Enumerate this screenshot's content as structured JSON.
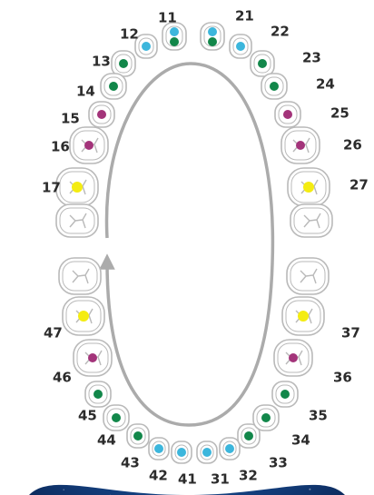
{
  "colors": {
    "space_dark": "#0c2a5c",
    "space_mid": "#1d5aa8",
    "space_light": "#3f86c9",
    "tooth_outline": "#b9b9b9",
    "arrow": "#ababab",
    "cyan_dot": "#3cb6dc",
    "green_dot": "#12874a",
    "magenta_dot": "#a3347a",
    "yellow_dot": "#f4ec12"
  },
  "teeth": [
    {
      "id": "11",
      "label": "11",
      "dots": [
        "cyan",
        "green"
      ]
    },
    {
      "id": "12",
      "label": "12",
      "dots": [
        "cyan"
      ]
    },
    {
      "id": "13",
      "label": "13",
      "dots": [
        "green"
      ]
    },
    {
      "id": "14",
      "label": "14",
      "dots": [
        "green"
      ]
    },
    {
      "id": "15",
      "label": "15",
      "dots": [
        "magenta"
      ]
    },
    {
      "id": "16",
      "label": "16",
      "dots": [
        "magenta"
      ]
    },
    {
      "id": "17",
      "label": "17",
      "dots": [
        "yellow"
      ]
    },
    {
      "id": "18",
      "label": "",
      "dots": []
    },
    {
      "id": "21",
      "label": "21",
      "dots": [
        "cyan",
        "green"
      ]
    },
    {
      "id": "22",
      "label": "22",
      "dots": [
        "cyan"
      ]
    },
    {
      "id": "23",
      "label": "23",
      "dots": [
        "green"
      ]
    },
    {
      "id": "24",
      "label": "24",
      "dots": [
        "green"
      ]
    },
    {
      "id": "25",
      "label": "25",
      "dots": [
        "magenta"
      ]
    },
    {
      "id": "26",
      "label": "26",
      "dots": [
        "magenta"
      ]
    },
    {
      "id": "27",
      "label": "27",
      "dots": [
        "yellow"
      ]
    },
    {
      "id": "28",
      "label": "",
      "dots": []
    },
    {
      "id": "31",
      "label": "31",
      "dots": [
        "cyan"
      ]
    },
    {
      "id": "32",
      "label": "32",
      "dots": [
        "cyan"
      ]
    },
    {
      "id": "33",
      "label": "33",
      "dots": [
        "green"
      ]
    },
    {
      "id": "34",
      "label": "34",
      "dots": [
        "green"
      ]
    },
    {
      "id": "35",
      "label": "35",
      "dots": [
        "green"
      ]
    },
    {
      "id": "36",
      "label": "36",
      "dots": [
        "magenta"
      ]
    },
    {
      "id": "37",
      "label": "37",
      "dots": [
        "yellow"
      ]
    },
    {
      "id": "38",
      "label": "",
      "dots": []
    },
    {
      "id": "41",
      "label": "41",
      "dots": [
        "cyan"
      ]
    },
    {
      "id": "42",
      "label": "42",
      "dots": [
        "cyan"
      ]
    },
    {
      "id": "43",
      "label": "43",
      "dots": [
        "green"
      ]
    },
    {
      "id": "44",
      "label": "44",
      "dots": [
        "green"
      ]
    },
    {
      "id": "45",
      "label": "45",
      "dots": [
        "green"
      ]
    },
    {
      "id": "46",
      "label": "46",
      "dots": [
        "magenta"
      ]
    },
    {
      "id": "47",
      "label": "47",
      "dots": [
        "yellow"
      ]
    },
    {
      "id": "48",
      "label": "",
      "dots": []
    }
  ]
}
